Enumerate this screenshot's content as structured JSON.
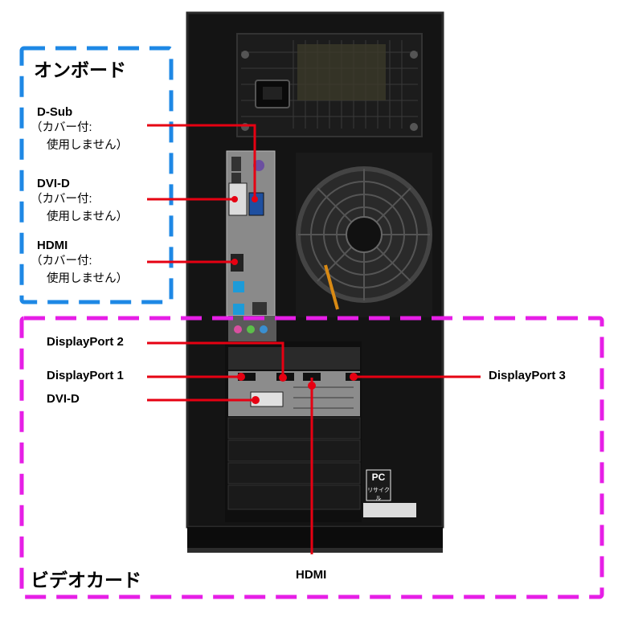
{
  "colors": {
    "onboard_border": "#1e88e5",
    "video_border": "#e61ee6",
    "leader_line": "#e60012",
    "case_body": "#141414"
  },
  "onboard": {
    "heading": "オンボード",
    "ports": [
      {
        "name": "D-Sub",
        "note1": "（カバー付:",
        "note2": "使用しません）"
      },
      {
        "name": "DVI-D",
        "note1": "（カバー付:",
        "note2": "使用しません）"
      },
      {
        "name": "HDMI",
        "note1": "（カバー付:",
        "note2": "使用しません）"
      }
    ]
  },
  "video_card": {
    "heading": "ビデオカード",
    "ports": {
      "displayport2": "DisplayPort 2",
      "displayport1": "DisplayPort 1",
      "dvid": "DVI-D",
      "displayport3": "DisplayPort 3",
      "hdmi": "HDMI"
    }
  },
  "recycle_mark": {
    "logo": "PC",
    "text": "リサイクル"
  }
}
